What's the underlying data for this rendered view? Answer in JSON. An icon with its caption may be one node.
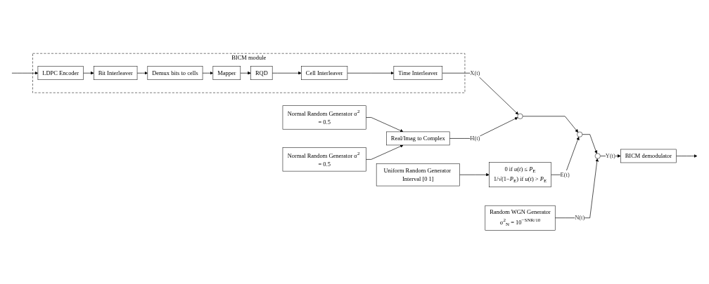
{
  "diagram": {
    "nodes": [
      {
        "text": [
          "BICM module"
        ]
      },
      {
        "text": [
          "LDPC Encoder"
        ],
        "in": 0
      },
      {
        "text": [
          "Bit Interleaver"
        ],
        "in": 0
      },
      {
        "text": [
          "Demux bits to cells"
        ],
        "in": 0
      },
      {
        "text": [
          "Mapper"
        ],
        "in": 0
      },
      {
        "text": [
          "RQD"
        ],
        "in": 0
      },
      {
        "text": [
          "Cell Interleaver"
        ],
        "in": 0
      },
      {
        "text": [
          "Time Interleaver"
        ],
        "in": 0
      },
      {
        "text": [],
        "shape": "circle"
      },
      {
        "text": [],
        "shape": "circle"
      },
      {
        "text": [],
        "shape": "circle"
      },
      {
        "text": [
          "BICM demodulator"
        ]
      },
      {
        "text": [
          "Real/Imag to Complex"
        ]
      },
      {
        "text": [
          "0 if *u*(*t*) ≤ *P*$_{E}$",
          "1/√(1−*P*$_{E}$) if *u*(*t*) > *P*$_{E}$"
        ]
      },
      {
        "text": [
          "Random WGN Generator",
          "σ$^{2}$$_{N}$ = 10$^{−SNR/10}$"
        ]
      },
      {
        "text": [
          "Normal Random Generator σ$^{2}$ = 0.5"
        ]
      },
      {
        "text": [
          "Normal Random Generator σ$^{2}$ = 0.5"
        ]
      },
      {
        "text": [
          "Uniform Random Generator Interval [0 1]"
        ]
      }
    ],
    "edges": [
      {
        "from": null,
        "to": 1,
        "arrow": "to"
      },
      {
        "from": 1,
        "to": 2,
        "arrow": "to"
      },
      {
        "from": 2,
        "to": 3,
        "arrow": "to"
      },
      {
        "from": 3,
        "to": 4,
        "arrow": "to"
      },
      {
        "from": 4,
        "to": 5,
        "arrow": "to"
      },
      {
        "from": 5,
        "to": 6,
        "arrow": "to"
      },
      {
        "from": 6,
        "to": 7,
        "arrow": "to"
      },
      {
        "from": 7,
        "to": 8,
        "arrow": "to",
        "label": "X(t)"
      },
      {
        "from": 12,
        "to": 8,
        "arrow": "to",
        "label": "H(t)"
      },
      {
        "from": 8,
        "to": 9,
        "arrow": "to"
      },
      {
        "from": 13,
        "to": 9,
        "arrow": "to",
        "label": "E(t)"
      },
      {
        "from": 9,
        "to": 10,
        "arrow": "to"
      },
      {
        "from": 14,
        "to": 10,
        "arrow": "to",
        "label": "N(t)"
      },
      {
        "from": 10,
        "to": 11,
        "arrow": "to",
        "label": "Y(t)"
      },
      {
        "from": 11,
        "to": null,
        "arrow": "to"
      },
      {
        "from": 15,
        "to": 12,
        "arrow": "to"
      },
      {
        "from": 16,
        "to": 12,
        "arrow": "to"
      },
      {
        "from": 17,
        "to": 13,
        "arrow": "to"
      }
    ]
  }
}
